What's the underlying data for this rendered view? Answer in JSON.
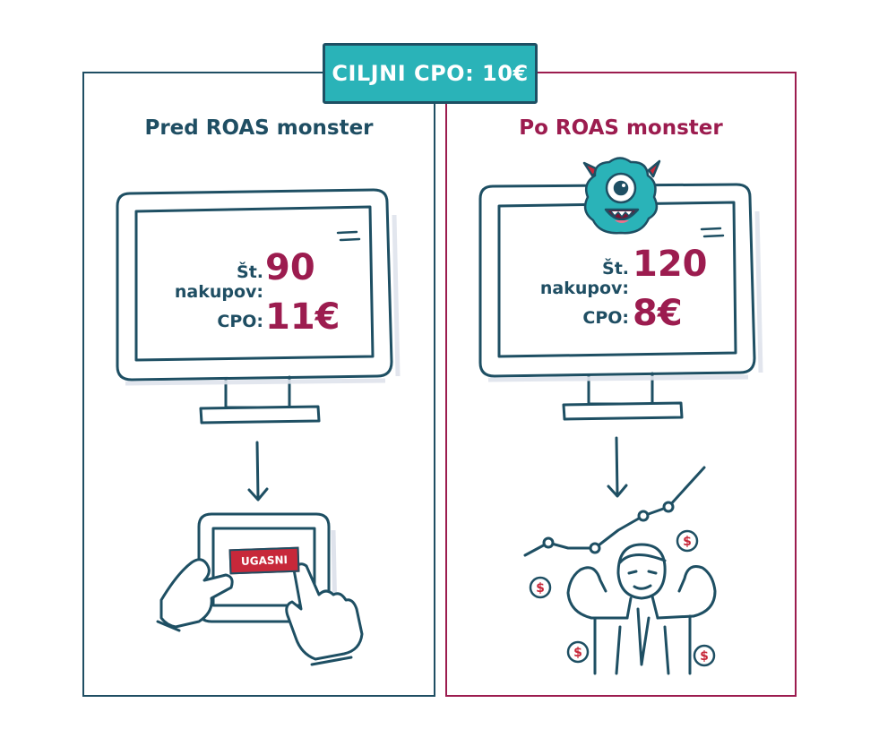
{
  "target": {
    "label": "CILJNI CPO: 10€"
  },
  "before": {
    "title": "Pred ROAS monster",
    "purchases_label": "Št. nakupov:",
    "purchases_value": "90",
    "cpo_label": "CPO:",
    "cpo_value": "11€",
    "action_button": "UGASNI"
  },
  "after": {
    "title": "Po ROAS monster",
    "purchases_label": "Št. nakupov:",
    "purchases_value": "120",
    "cpo_label": "CPO:",
    "cpo_value": "8€",
    "coin_symbol": "$"
  },
  "colors": {
    "navy": "#1f4e63",
    "magenta": "#9c1c4f",
    "teal": "#2ab3b8",
    "red": "#c7283a"
  },
  "icons": [
    "monitor-icon",
    "arrow-down-icon",
    "tablet-icon",
    "hand-icon",
    "monster-icon",
    "growth-chart-icon",
    "strong-man-icon",
    "dollar-coin-icon"
  ]
}
